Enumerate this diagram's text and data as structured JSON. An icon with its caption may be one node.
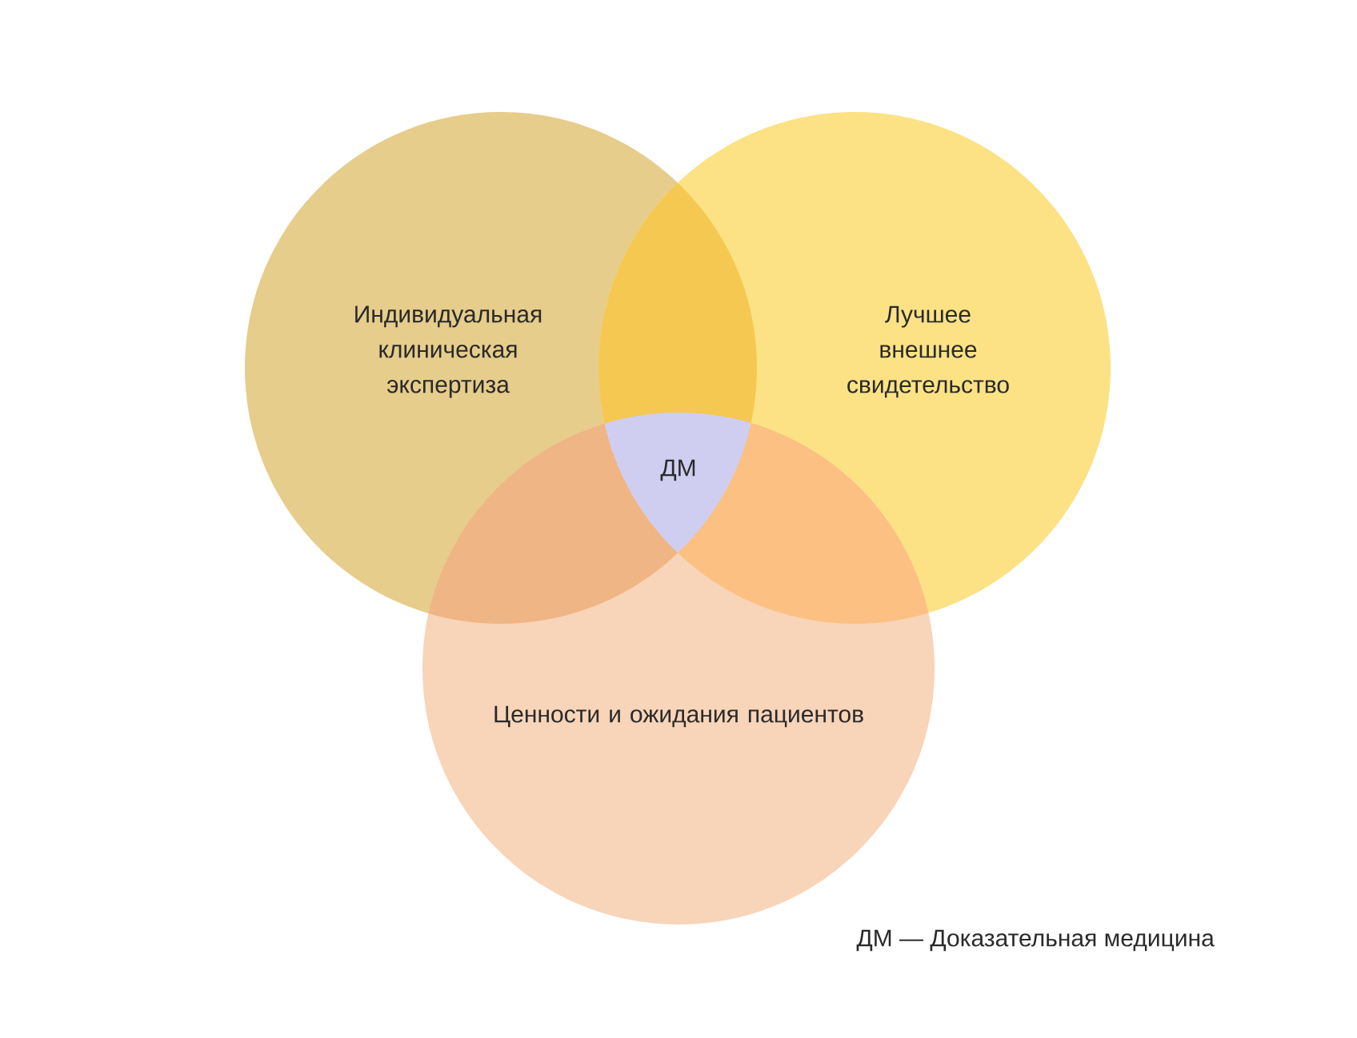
{
  "diagram": {
    "nodes": [
      {
        "text": [
          "Индивидуальная клиническая экспертиза"
        ]
      },
      {
        "text": [
          "Лучшее внешнее свидетельство"
        ]
      },
      {
        "text": [
          "Ценности и ожидания пациентов"
        ]
      },
      {
        "text": [
          "ДМ"
        ]
      }
    ],
    "labels": [
      "ДМ — Доказательная медицина"
    ]
  }
}
